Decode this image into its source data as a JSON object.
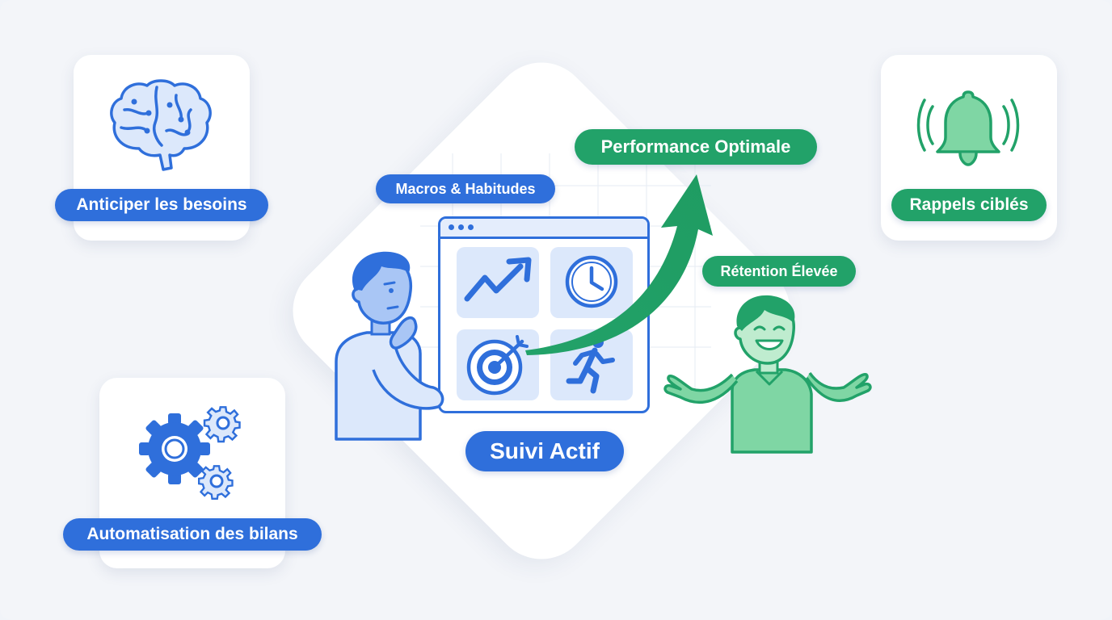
{
  "labels": {
    "anticipate": "Anticiper les besoins",
    "automation": "Automatisation des bilans",
    "reminders": "Rappels ciblés",
    "macros": "Macros & Habitudes",
    "performance": "Performance Optimale",
    "retention": "Rétention Élevée",
    "tracking": "Suivi Actif"
  },
  "icons": {
    "brain": "brain-icon",
    "gears": "gears-icon",
    "bell": "bell-icon",
    "trend": "trend-up-icon",
    "clock": "clock-icon",
    "target": "target-icon",
    "runner": "runner-icon"
  },
  "colors": {
    "primary_blue": "#2f6fdb",
    "accent_green": "#22a269",
    "light_blue": "#dce8fb",
    "light_green": "#7fd6a4",
    "background": "#f3f5f9"
  }
}
